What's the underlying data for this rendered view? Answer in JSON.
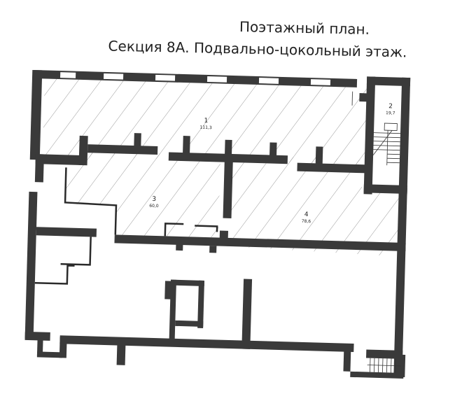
{
  "title": {
    "line1": "Поэтажный план.",
    "line2": "Секция 8А. Подвально-цокольный этаж."
  },
  "rooms": [
    {
      "number": "1",
      "area": "111,3",
      "hatched": true
    },
    {
      "number": "2",
      "area": "19,7",
      "hatched": false,
      "type": "staircase"
    },
    {
      "number": "3",
      "area": "60,0",
      "hatched": true
    },
    {
      "number": "4",
      "area": "78,6",
      "hatched": true
    }
  ],
  "colors": {
    "wall": "#3a3a3a",
    "hatch": "#9a9a9a",
    "background": "#ffffff"
  }
}
